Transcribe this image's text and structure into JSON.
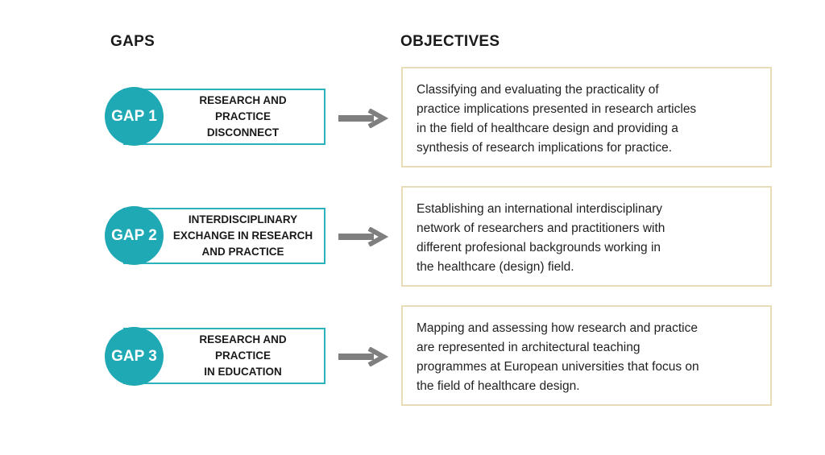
{
  "headings": {
    "gaps": "GAPS",
    "objectives": "OBJECTIVES"
  },
  "colors": {
    "gap_circle": "#1fa9b5",
    "gap_border": "#2ab3bf",
    "objective_border": "#e8dcb8",
    "arrow": "#7f7f7f"
  },
  "icons": {
    "connector": "right-arrow-icon"
  },
  "rows": [
    {
      "gap_id": "GAP 1",
      "gap_label": "RESEARCH AND\nPRACTICE\nDISCONNECT",
      "objective": "Classifying and evaluating the practicality of\npractice implications presented in research articles\nin the field of healthcare design and providing a\nsynthesis of research implications for practice."
    },
    {
      "gap_id": "GAP 2",
      "gap_label": "INTERDISCIPLINARY\nEXCHANGE IN RESEARCH\nAND PRACTICE",
      "objective": "Establishing an international interdisciplinary\nnetwork of researchers and practitioners with\ndifferent profesional backgrounds working in\nthe healthcare (design) field."
    },
    {
      "gap_id": "GAP 3",
      "gap_label": "RESEARCH AND\nPRACTICE\nIN EDUCATION",
      "objective": "Mapping and assessing how research and practice\nare represented in architectural teaching\nprogrammes at European universities that focus on\nthe field of healthcare design."
    }
  ]
}
